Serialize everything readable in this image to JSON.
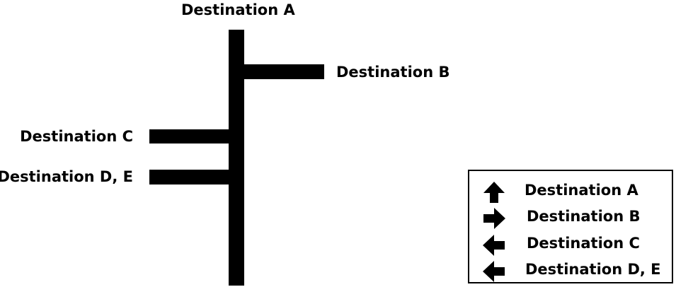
{
  "diagram": {
    "top_label": "Destination A",
    "branch_b_label": "Destination B",
    "branch_c_label": "Destination C",
    "branch_de_label": "Destination D, E"
  },
  "sign": {
    "rows": [
      {
        "icon": "arrow-up-icon",
        "label": "Destination A"
      },
      {
        "icon": "arrow-right-icon",
        "label": "Destination B"
      },
      {
        "icon": "arrow-left-icon",
        "label": "Destination C"
      },
      {
        "icon": "arrow-left-icon",
        "label": "Destination D, E"
      }
    ]
  },
  "colors": {
    "ink": "#000000",
    "background": "#ffffff"
  }
}
